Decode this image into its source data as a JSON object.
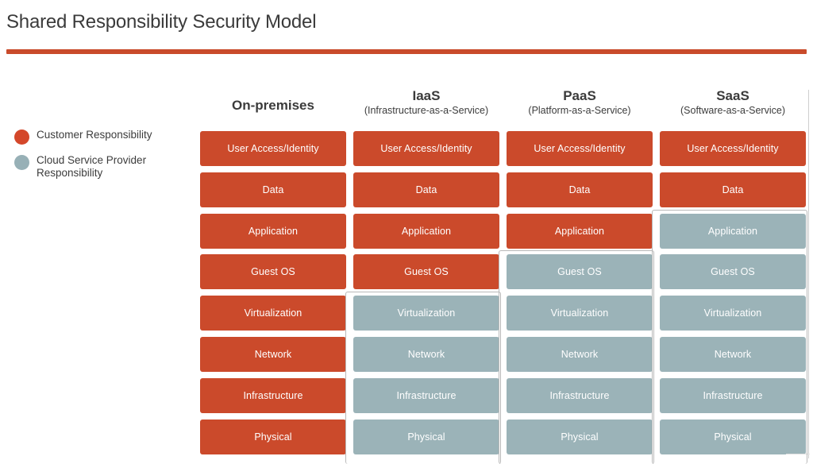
{
  "header": {
    "title": "Shared Responsibility Security Model",
    "accent_color": "#c94b2b"
  },
  "legend": {
    "items": [
      {
        "label": "Customer Responsibility",
        "color": "#d4472a",
        "key": "customer"
      },
      {
        "label": "Cloud Service Provider Responsibility",
        "color": "#97b0b6",
        "key": "provider"
      }
    ]
  },
  "matrix": {
    "row_labels": [
      "User Access/Identity",
      "Data",
      "Application",
      "Guest OS",
      "Virtualization",
      "Network",
      "Infrastructure",
      "Physical"
    ],
    "colors": {
      "customer": "#cb4a2b",
      "provider": "#9bb3b8",
      "outline": "#b9b9b9"
    },
    "columns": [
      {
        "abbr": "On-premises",
        "full": "",
        "provider_from_row": null,
        "cells": [
          {
            "label": "User Access/Identity",
            "owner": "customer"
          },
          {
            "label": "Data",
            "owner": "customer"
          },
          {
            "label": "Application",
            "owner": "customer"
          },
          {
            "label": "Guest OS",
            "owner": "customer"
          },
          {
            "label": "Virtualization",
            "owner": "customer"
          },
          {
            "label": "Network",
            "owner": "customer"
          },
          {
            "label": "Infrastructure",
            "owner": "customer"
          },
          {
            "label": "Physical",
            "owner": "customer"
          }
        ]
      },
      {
        "abbr": "IaaS",
        "full": "(Infrastructure-as-a-Service)",
        "provider_from_row": 4,
        "cells": [
          {
            "label": "User Access/Identity",
            "owner": "customer"
          },
          {
            "label": "Data",
            "owner": "customer"
          },
          {
            "label": "Application",
            "owner": "customer"
          },
          {
            "label": "Guest OS",
            "owner": "customer"
          },
          {
            "label": "Virtualization",
            "owner": "provider"
          },
          {
            "label": "Network",
            "owner": "provider"
          },
          {
            "label": "Infrastructure",
            "owner": "provider"
          },
          {
            "label": "Physical",
            "owner": "provider"
          }
        ]
      },
      {
        "abbr": "PaaS",
        "full": "(Platform-as-a-Service)",
        "provider_from_row": 3,
        "cells": [
          {
            "label": "User Access/Identity",
            "owner": "customer"
          },
          {
            "label": "Data",
            "owner": "customer"
          },
          {
            "label": "Application",
            "owner": "customer"
          },
          {
            "label": "Guest OS",
            "owner": "provider"
          },
          {
            "label": "Virtualization",
            "owner": "provider"
          },
          {
            "label": "Network",
            "owner": "provider"
          },
          {
            "label": "Infrastructure",
            "owner": "provider"
          },
          {
            "label": "Physical",
            "owner": "provider"
          }
        ]
      },
      {
        "abbr": "SaaS",
        "full": "(Software-as-a-Service)",
        "provider_from_row": 2,
        "cells": [
          {
            "label": "User Access/Identity",
            "owner": "customer"
          },
          {
            "label": "Data",
            "owner": "customer"
          },
          {
            "label": "Application",
            "owner": "provider"
          },
          {
            "label": "Guest OS",
            "owner": "provider"
          },
          {
            "label": "Virtualization",
            "owner": "provider"
          },
          {
            "label": "Network",
            "owner": "provider"
          },
          {
            "label": "Infrastructure",
            "owner": "provider"
          },
          {
            "label": "Physical",
            "owner": "provider"
          }
        ]
      }
    ]
  }
}
